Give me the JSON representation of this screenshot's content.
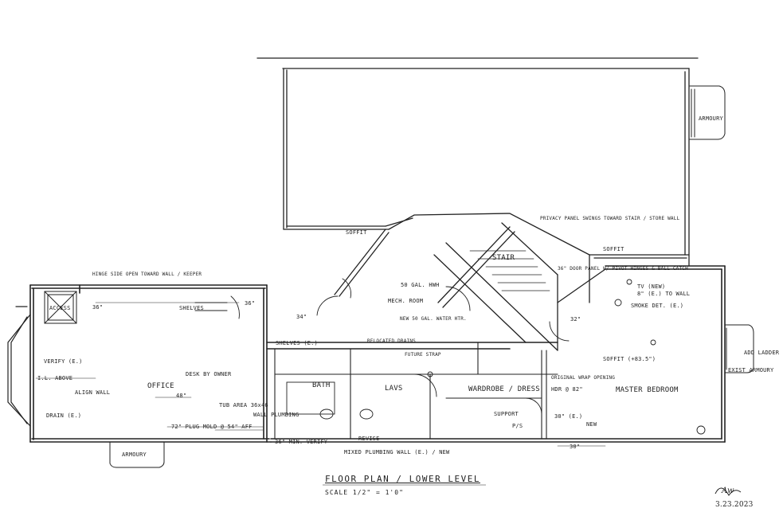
{
  "title": {
    "main": "FLOOR PLAN / LOWER LEVEL",
    "scale": "SCALE  1/2\" = 1'0\""
  },
  "signature": {
    "initials": "Aw",
    "date": "3.23.2023"
  },
  "rooms": {
    "office": "OFFICE",
    "bath": "BATH",
    "lavs": "LAVS",
    "wardrobe_dress": "WARDROBE / DRESS",
    "master_bedroom": "MASTER BEDROOM",
    "stair": "STAIR",
    "mech_room": "MECH. ROOM"
  },
  "notes": {
    "armoury_top": "ARMOURY",
    "armoury_bottom": "ARMOURY",
    "add_ladder": "ADD LADDER",
    "exist_armoury": "EXIST ARMOURY",
    "hinge_side": "HINGE SIDE OPEN TOWARD WALL / KEEPER",
    "access": "ACCESS",
    "verify_e": "VERIFY (E.)",
    "il_above": "I.L. ABOVE",
    "align_wall": "ALIGN WALL",
    "drain_e": "DRAIN (E.)",
    "shelving_36": "36\"",
    "shelves": "SHELVES",
    "shelves_e": "SHELVES (E.)",
    "desk": "DESK BY OWNER",
    "d_48": "48\"",
    "tub_area": "TUB AREA 36x46",
    "wall_plumbing": "WALL PLUMBING",
    "plug_note": "72\" PLUG MOLD @ 54\" AFF",
    "verify_36": "36\" MIN. VERIFY",
    "privacy_panel": "PRIVACY PANEL SWINGS TOWARD STAIR / STORE WALL",
    "door_panel": "36\" DOOR PANEL W/ PIVOT HINGES & BALL CATCH",
    "soffit_top": "SOFFIT",
    "soffit_left": "SOFFIT",
    "soffit_mid": "SOFFIT (+83.5\")",
    "new_50gal": "NEW 50 GAL. WATER HTR.",
    "gal_50": "50 GAL. HWH",
    "relocated_drains": "RELOCATED DRAINS",
    "future_strap": "FUTURE STRAP",
    "tv_new": "TV (NEW)",
    "to_wall": "8\" (E.) TO WALL",
    "smoke_det": "SMOKE DET. (E.)",
    "original_wrap": "ORIGINAL WRAP OPENING",
    "hdr": "HDR @ 82\"",
    "mixed_plumbing": "MIXED PLUMBING WALL (E.) / NEW",
    "support": "SUPPORT",
    "d_30_e": "30\" (E.)",
    "d_30": "30\"",
    "d_36": "36\"",
    "d_34": "34\"",
    "d_32": "32\"",
    "ps": "P/S",
    "new": "NEW",
    "revise": "REVISE"
  }
}
